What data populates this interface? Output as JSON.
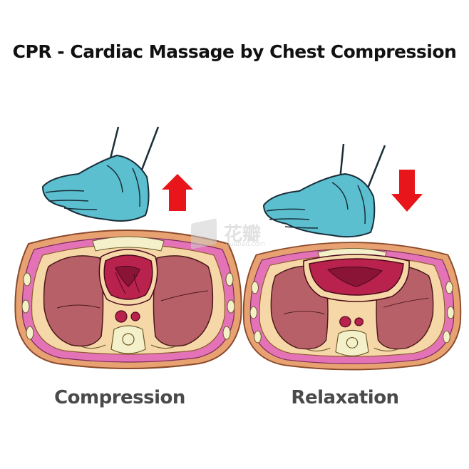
{
  "title": "CPR - Cardiac Massage by Chest Compression",
  "panels": [
    {
      "label": "Compression",
      "arrow": "up",
      "arrow_color": "#e8161b"
    },
    {
      "label": "Relaxation",
      "arrow": "down",
      "arrow_color": "#e8161b"
    }
  ],
  "colors": {
    "glove": "#5bbfcf",
    "glove_outline": "#1a2e3a",
    "skin_outer": "#e8a272",
    "muscle": "#e472b6",
    "fat": "#f6d7a8",
    "lung": "#b86068",
    "heart": "#b8224c",
    "bone": "#f4f0c9"
  },
  "watermark": {
    "text": "花瓣",
    "sub": "huaban.com"
  }
}
